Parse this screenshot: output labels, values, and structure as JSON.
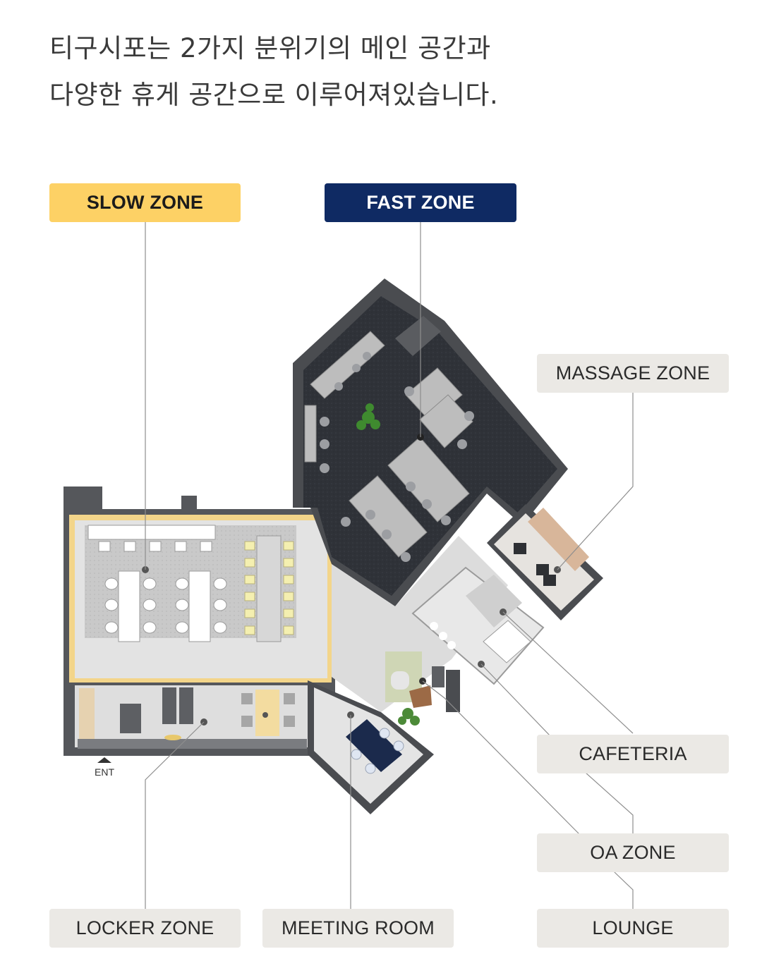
{
  "headline": {
    "line1": "티구시포는 2가지 분위기의 메인 공간과",
    "line2": "다양한 휴게 공간으로 이루어져있습니다."
  },
  "zones": {
    "slow": "SLOW ZONE",
    "fast": "FAST ZONE",
    "massage": "MASSAGE ZONE",
    "cafeteria": "CAFETERIA",
    "oa": "OA ZONE",
    "locker": "LOCKER ZONE",
    "meeting": "MEETING ROOM",
    "lounge": "LOUNGE"
  },
  "entrance_label": "ENT",
  "colors": {
    "slow_accent": "#fdd165",
    "fast_accent": "#0f2a63",
    "tag_grey": "#ebe9e5",
    "wall": "#4a4c50",
    "fast_floor": "#2f3238"
  }
}
